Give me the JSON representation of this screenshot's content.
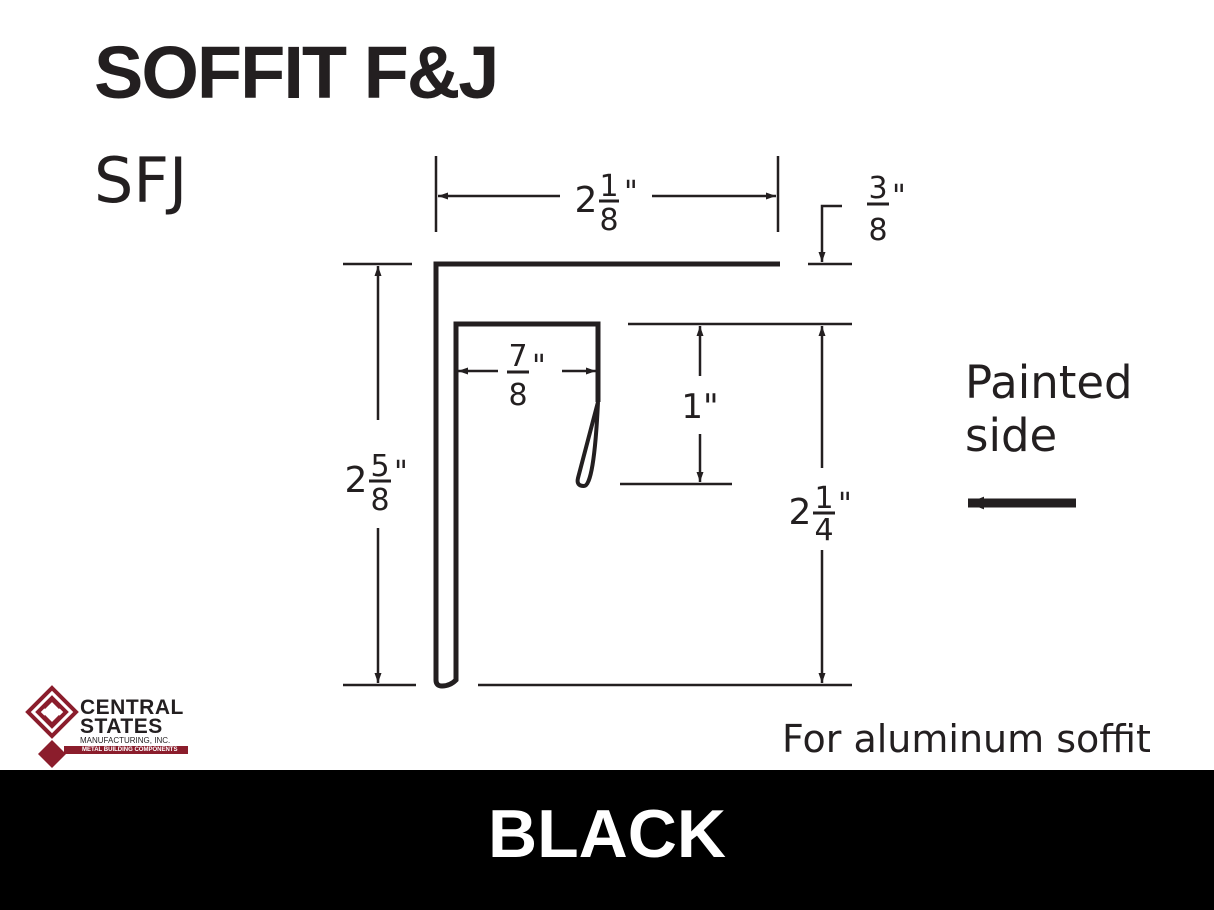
{
  "title": "SOFFIT F&J",
  "code": "SFJ",
  "dimensions": {
    "top_width": {
      "whole": "2",
      "num": "1",
      "den": "8",
      "unit": "\""
    },
    "top_gap": {
      "whole": "",
      "num": "3",
      "den": "8",
      "unit": "\""
    },
    "inner_width": {
      "whole": "",
      "num": "7",
      "den": "8",
      "unit": "\""
    },
    "lip_height": {
      "text": "1\""
    },
    "total_height": {
      "whole": "2",
      "num": "5",
      "den": "8",
      "unit": "\""
    },
    "channel_height": {
      "whole": "2",
      "num": "1",
      "den": "4",
      "unit": "\""
    }
  },
  "painted_side": {
    "line1": "Painted",
    "line2": "side"
  },
  "note": "For aluminum soffit",
  "color_label": "BLACK",
  "logo": {
    "line1": "CENTRAL",
    "line2": "STATES",
    "line3": "MANUFACTURING, INC.",
    "tagline": "METAL BUILDING COMPONENTS",
    "brand_color": "#8b1d2c"
  },
  "colors": {
    "ink": "#231f20",
    "bar": "#000000",
    "bar_text": "#ffffff"
  }
}
